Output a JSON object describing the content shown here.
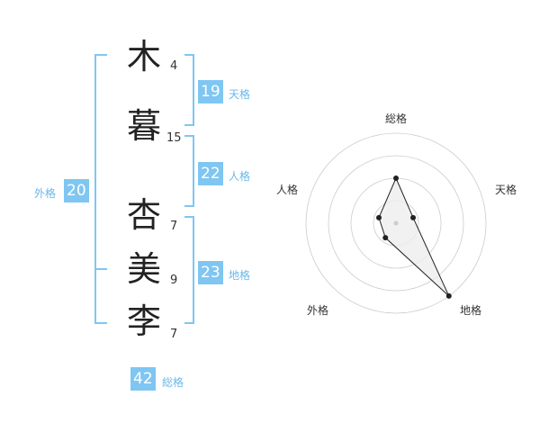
{
  "name_chars": [
    {
      "char": "木",
      "strokes": "4"
    },
    {
      "char": "暮",
      "strokes": "15"
    },
    {
      "char": "杏",
      "strokes": "7"
    },
    {
      "char": "美",
      "strokes": "9"
    },
    {
      "char": "李",
      "strokes": "7"
    }
  ],
  "kaku": {
    "ten": {
      "value": "19",
      "label": "天格"
    },
    "jin": {
      "value": "22",
      "label": "人格"
    },
    "chi": {
      "value": "23",
      "label": "地格"
    },
    "gai": {
      "value": "20",
      "label": "外格"
    },
    "sou": {
      "value": "42",
      "label": "総格"
    }
  },
  "radar": {
    "axes": [
      "総格",
      "天格",
      "地格",
      "外格",
      "人格"
    ],
    "levels": 4,
    "values": [
      0.5,
      0.2,
      1.0,
      0.2,
      0.2
    ],
    "colors": {
      "ring": "#cccccc",
      "fill": "#eeeeee",
      "line": "#222222",
      "point": "#222222"
    }
  },
  "colors": {
    "accent": "#7fc6f2",
    "label": "#6ab8ea"
  }
}
